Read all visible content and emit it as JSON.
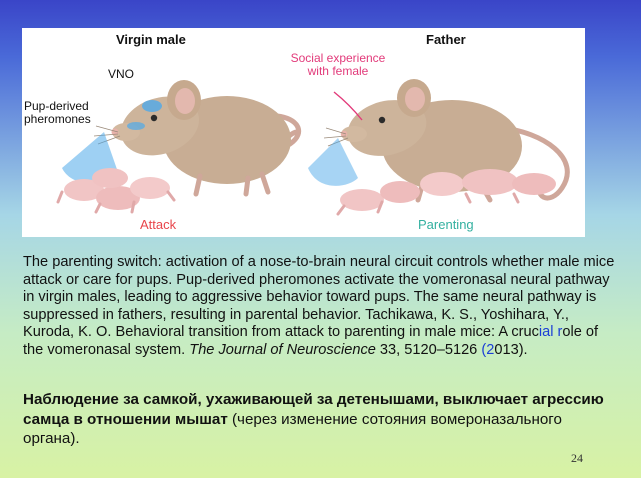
{
  "figure": {
    "virgin_title": "Virgin male",
    "father_title": "Father",
    "vno_label": "VNO",
    "pheromones_label": "Pup-derived pheromones",
    "social_label": "Social experience with female",
    "attack_label": "Attack",
    "parenting_label": "Parenting",
    "colors": {
      "attack": "#e8454b",
      "parenting": "#33b0a0",
      "social": "#e23a7a",
      "pheromone": "#4fa9ea",
      "mouse": "#c8ad94",
      "pup": "#f1c5c5"
    }
  },
  "caption": {
    "part1": "The parenting switch: activation of a nose-to-brain neural circuit controls whether male mice attack or care for pups. Pup-derived pheromones activate the vomeronasal neural pathway in virgin males, leading to aggressive behavior toward pups. The same neural pathway is suppressed in fathers, resulting in parental behavior. Tachikawa, K. S., Yoshihara, Y., Kuroda, K. O. Behavioral transition from attack to parenting in male mice: A cruc",
    "hl1": "ial r",
    "part2": "ole of the vomeronasal system. ",
    "journal": "The Journal of Neuroscience",
    "part3": " 33, 5120–5126 ",
    "hl2": "(2",
    "part4": "013)."
  },
  "russian": {
    "bold": "Наблюдение за самкой, ухаживающей за детенышами, выключает агрессию самца в отношении мышат",
    "normal": " (через изменение сотояния вомероназального органа)."
  },
  "page_number": "24"
}
